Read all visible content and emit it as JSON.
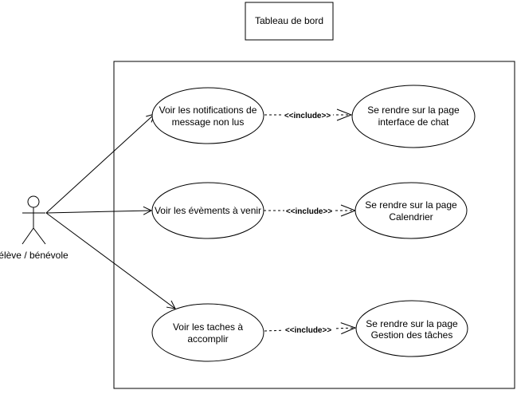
{
  "title_box": {
    "label": "Tableau de bord"
  },
  "actor": {
    "label": "élève / bénévole"
  },
  "use_cases": [
    {
      "id": "uc1",
      "lines": [
        "Voir les notifications de",
        "message non lus"
      ]
    },
    {
      "id": "uc2",
      "lines": [
        "Voir les évèments à venir"
      ]
    },
    {
      "id": "uc3",
      "lines": [
        "Voir les taches à",
        "accomplir"
      ]
    },
    {
      "id": "uc4",
      "lines": [
        "Se rendre sur la page",
        "interface de chat"
      ]
    },
    {
      "id": "uc5",
      "lines": [
        "Se rendre sur la page",
        "Calendrier"
      ]
    },
    {
      "id": "uc6",
      "lines": [
        "Se rendre sur la page",
        "Gestion des tâches"
      ]
    }
  ],
  "relations": [
    {
      "from": "uc1",
      "to": "uc4",
      "label": "<<include>>"
    },
    {
      "from": "uc2",
      "to": "uc5",
      "label": "<<include>>"
    },
    {
      "from": "uc3",
      "to": "uc6",
      "label": "<<include>>"
    }
  ],
  "associations": [
    {
      "from": "actor",
      "to": "uc1"
    },
    {
      "from": "actor",
      "to": "uc2"
    },
    {
      "from": "actor",
      "to": "uc3"
    }
  ],
  "colors": {
    "stroke": "#000000",
    "fill": "#ffffff",
    "background": "#ffffff"
  }
}
